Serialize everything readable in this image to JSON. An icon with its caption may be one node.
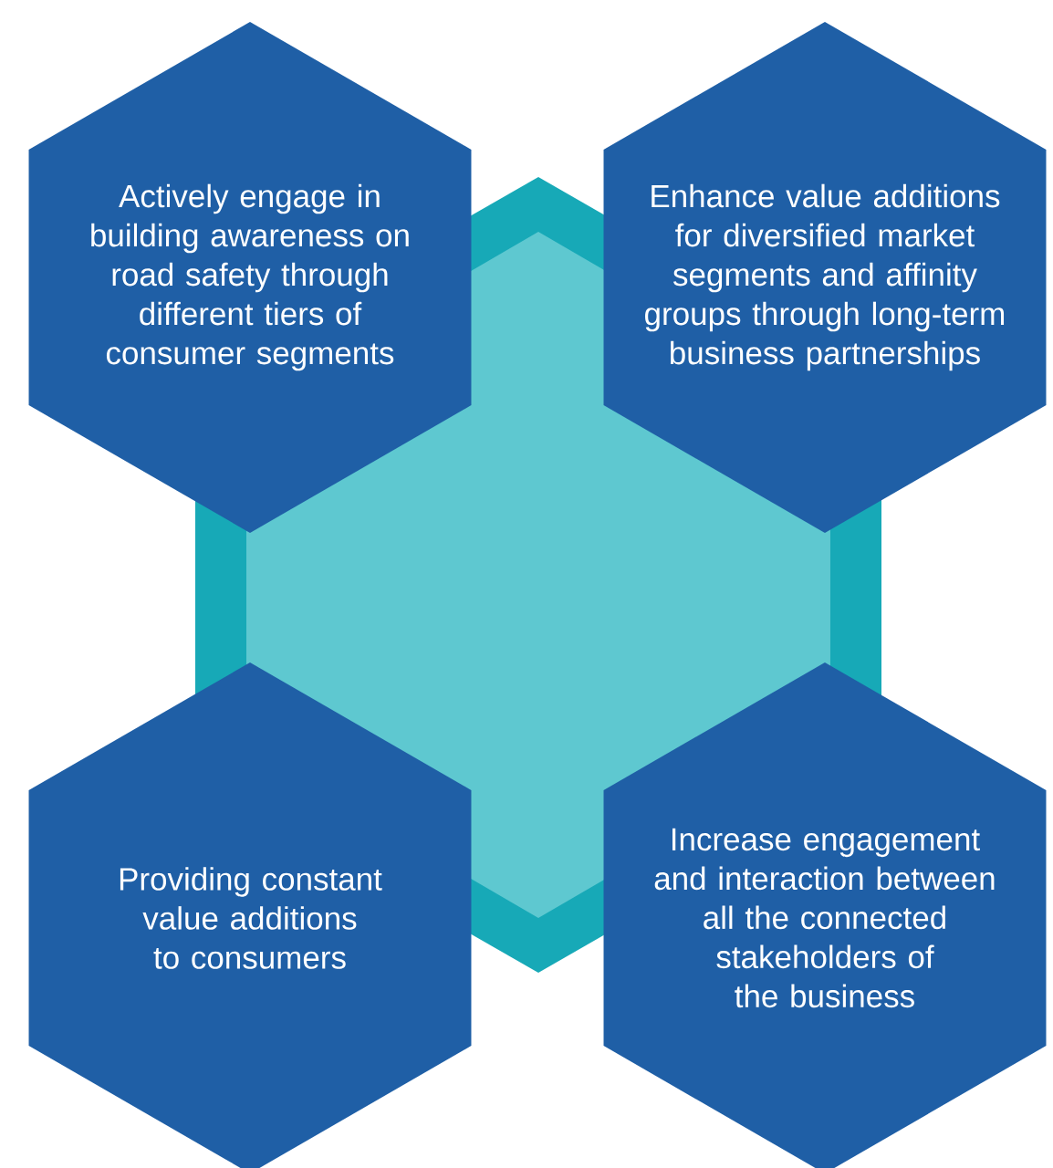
{
  "diagram": {
    "nodes": [
      {
        "text": [
          "Actively engage in building awareness on road safety through different tiers of consumer segments"
        ]
      },
      {
        "text": [
          "Enhance value additions for diversified market segments and affinity groups through long-term business partnerships"
        ]
      },
      {
        "text": [
          "Providing constant value additions to consumers"
        ]
      },
      {
        "text": [
          "Increase engagement and interaction between all the connected stakeholders of the business"
        ]
      },
      {
        "text": [],
        "shape": "hexagon"
      }
    ]
  }
}
